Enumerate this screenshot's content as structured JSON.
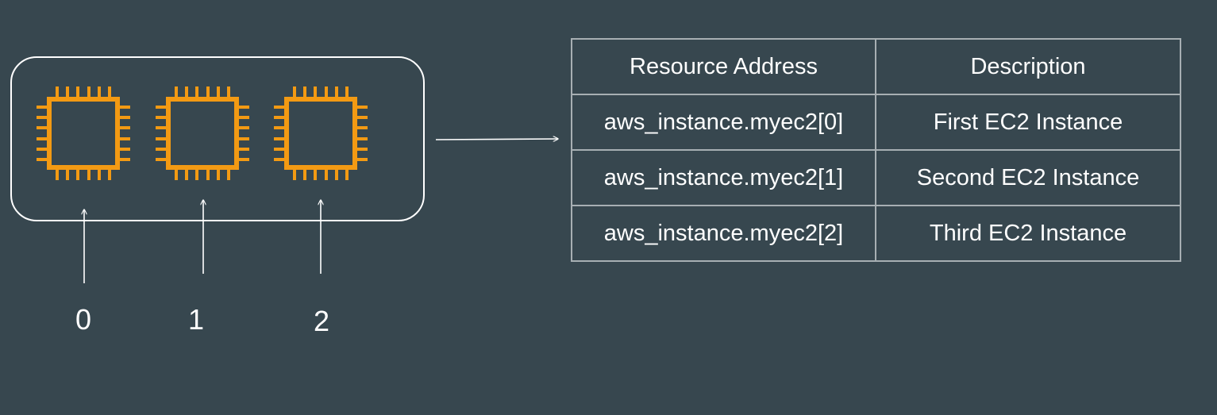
{
  "colors": {
    "background": "#37474f",
    "chip": "#f39a13",
    "line": "#ffffff",
    "table_border": "#a7afb3"
  },
  "icons": [
    "chip-icon",
    "chip-icon",
    "chip-icon"
  ],
  "indices": [
    "0",
    "1",
    "2"
  ],
  "table": {
    "headers": [
      "Resource Address",
      "Description"
    ],
    "rows": [
      [
        "aws_instance.myec2[0]",
        "First EC2 Instance"
      ],
      [
        "aws_instance.myec2[1]",
        "Second EC2 Instance"
      ],
      [
        "aws_instance.myec2[2]",
        "Third EC2 Instance"
      ]
    ]
  }
}
